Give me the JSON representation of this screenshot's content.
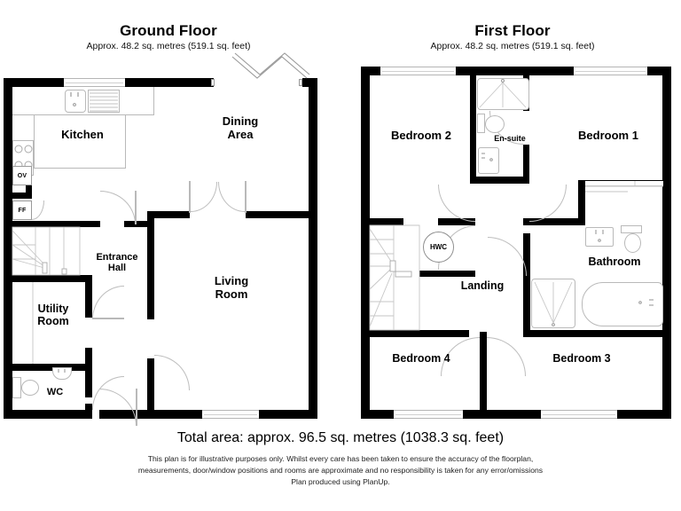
{
  "floors": [
    {
      "id": "ground",
      "title": "Ground Floor",
      "subtitle": "Approx. 48.2 sq. metres (519.1 sq. feet)",
      "rooms": [
        {
          "key": "kitchen",
          "label": "Kitchen"
        },
        {
          "key": "dining-area",
          "label": "Dining\nArea"
        },
        {
          "key": "entrance-hall",
          "label": "Entrance\nHall"
        },
        {
          "key": "living-room",
          "label": "Living\nRoom"
        },
        {
          "key": "utility-room",
          "label": "Utility\nRoom"
        },
        {
          "key": "wc",
          "label": "WC"
        }
      ],
      "appliances": [
        {
          "key": "oven",
          "label": "OV"
        },
        {
          "key": "fridge-freezer",
          "label": "FF"
        }
      ]
    },
    {
      "id": "first",
      "title": "First Floor",
      "subtitle": "Approx. 48.2 sq. metres (519.1 sq. feet)",
      "rooms": [
        {
          "key": "bedroom-2",
          "label": "Bedroom 2"
        },
        {
          "key": "bedroom-1",
          "label": "Bedroom 1"
        },
        {
          "key": "en-suite",
          "label": "En-suite"
        },
        {
          "key": "bathroom",
          "label": "Bathroom"
        },
        {
          "key": "landing",
          "label": "Landing"
        },
        {
          "key": "bedroom-4",
          "label": "Bedroom 4"
        },
        {
          "key": "bedroom-3",
          "label": "Bedroom 3"
        }
      ],
      "appliances": [
        {
          "key": "hot-water-cylinder",
          "label": "HWC"
        }
      ]
    }
  ],
  "footer": {
    "total_area": "Total area: approx. 96.5 sq. metres (1038.3 sq. feet)",
    "disclaimer_line1": "This plan is for illustrative purposes only. Whilst every care has been taken to ensure the accuracy of the floorplan,",
    "disclaimer_line2": "measurements, door/window positions and rooms are approximate and no responsibility is taken for any error/omissions",
    "disclaimer_line3": "Plan produced using PlanUp."
  },
  "colors": {
    "wall": "#000000",
    "fixture_outline": "#b9b9b9",
    "background": "#ffffff",
    "text": "#000000"
  }
}
